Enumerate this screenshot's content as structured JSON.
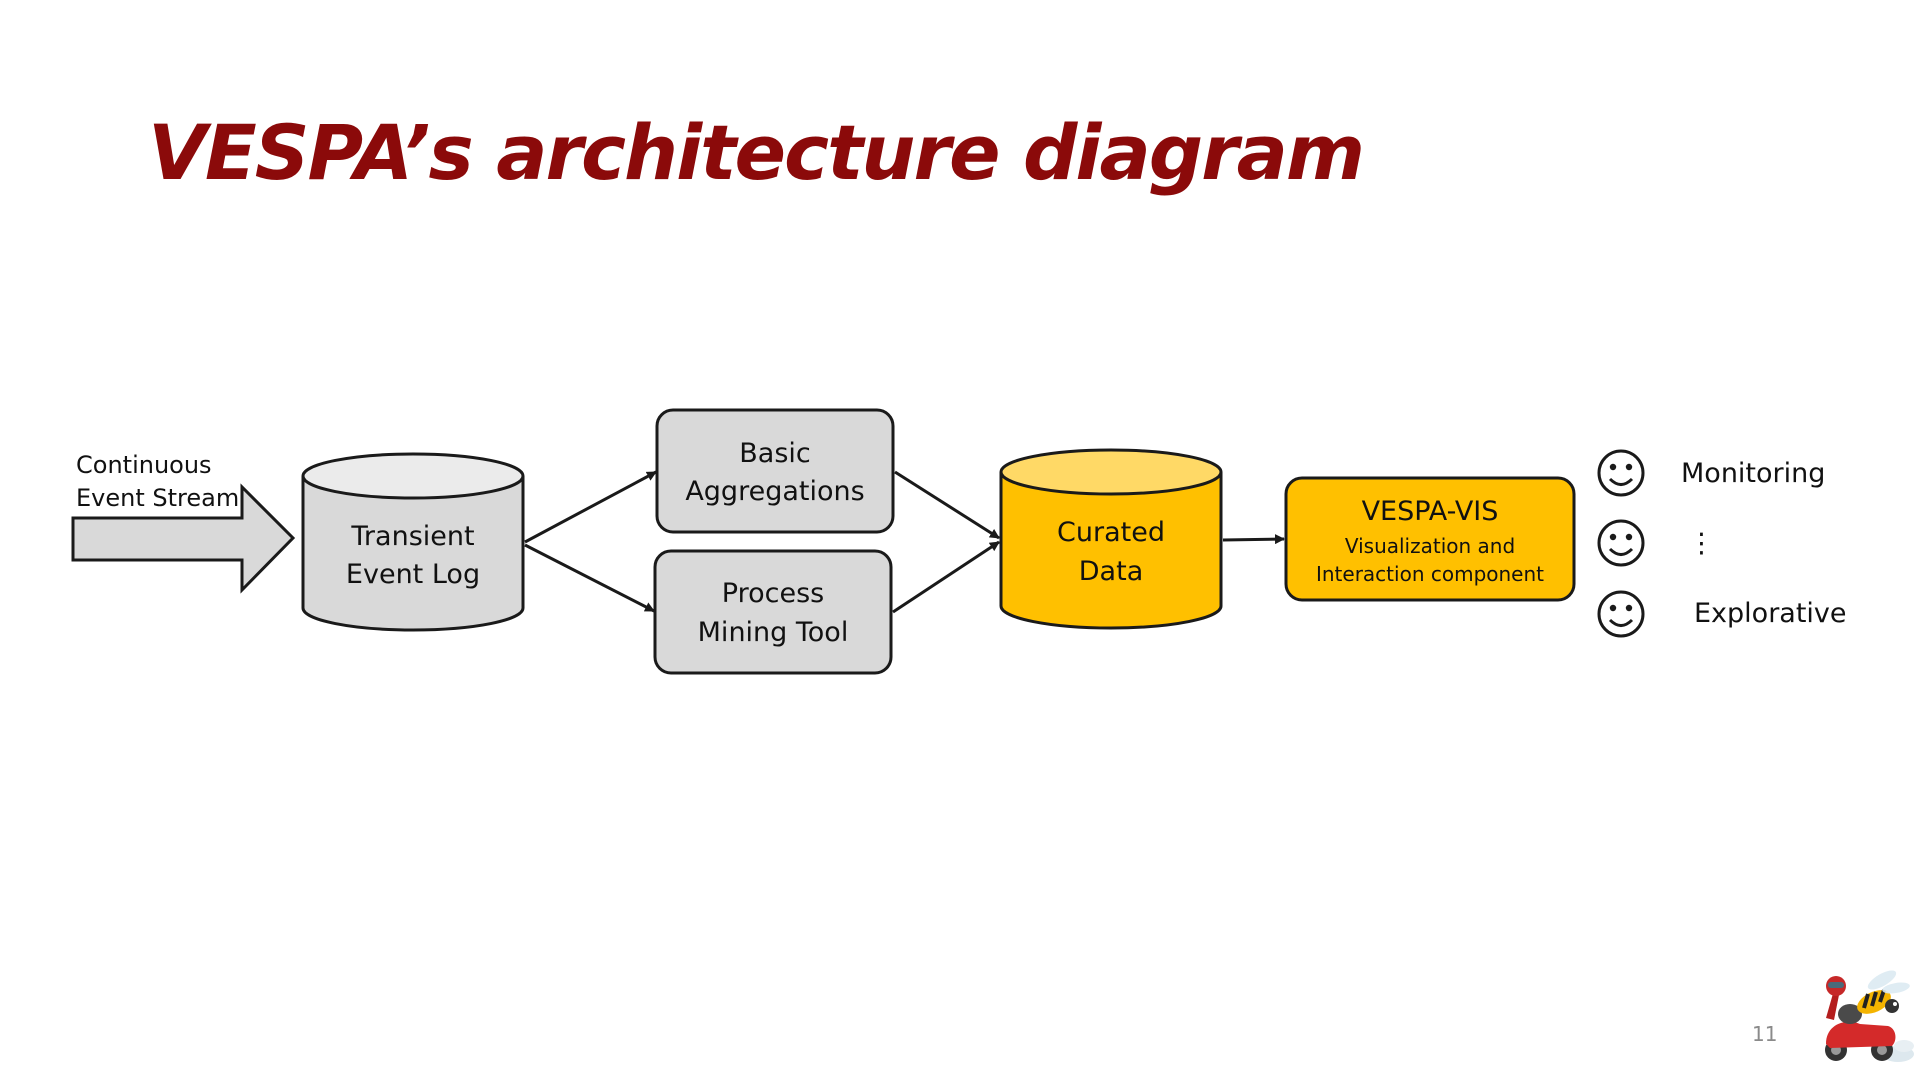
{
  "slide": {
    "title": "VESPA’s architecture diagram",
    "page_number": "11"
  },
  "diagram": {
    "input": {
      "line1": "Continuous",
      "line2": "Event Stream"
    },
    "transient_log": {
      "line1": "Transient",
      "line2": "Event Log"
    },
    "basic_aggregations": {
      "line1": "Basic",
      "line2": "Aggregations"
    },
    "process_mining": {
      "line1": "Process",
      "line2": "Mining Tool"
    },
    "curated_data": {
      "line1": "Curated",
      "line2": "Data"
    },
    "vespa_vis": {
      "title": "VESPA-VIS",
      "line1": "Visualization and",
      "line2": "Interaction component"
    },
    "users": [
      {
        "icon": "smiley-icon",
        "label": "Monitoring"
      },
      {
        "icon": "smiley-icon",
        "label": "⋮"
      },
      {
        "icon": "smiley-icon",
        "label": "Explorative"
      }
    ]
  },
  "colors": {
    "title": "#8b0a0a",
    "gray_fill": "#d9d9d9",
    "gold_fill": "#ffc000",
    "gold_top": "#ffd966",
    "stroke": "#1a1a1a"
  }
}
